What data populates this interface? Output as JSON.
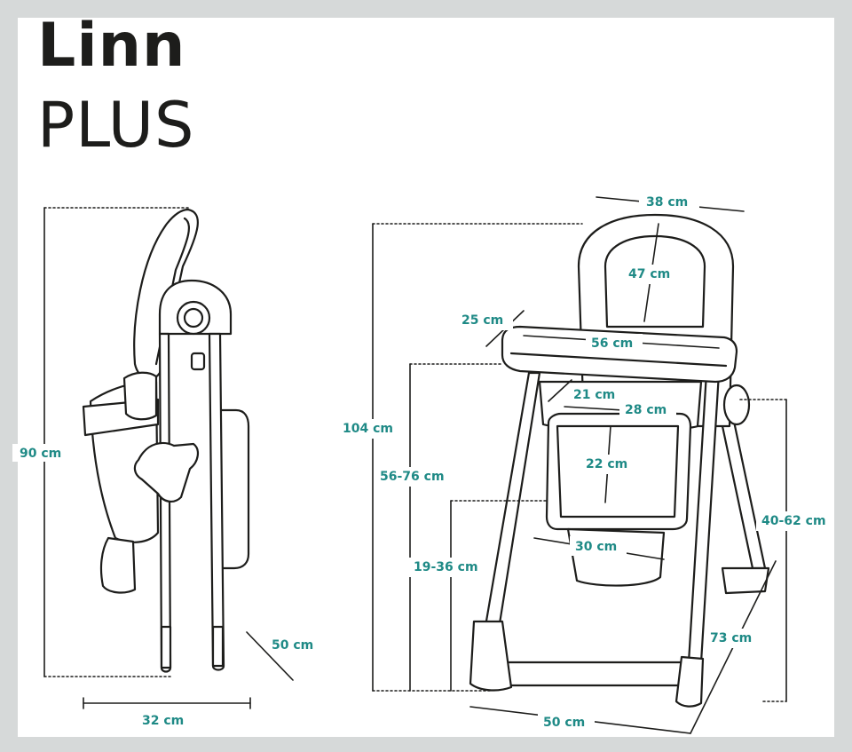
{
  "brand": {
    "name": "Linn",
    "model": "PLUS"
  },
  "colors": {
    "dimension_text": "#1f8a86",
    "drawing_line": "#1d1d1b",
    "dim_line": "#1d1d1b",
    "background": "#ffffff",
    "frame": "#d6d9d9"
  },
  "dimensions": {
    "side_height": "90 cm",
    "side_depth": "32 cm",
    "side_folded_depth": "50 cm",
    "backrest_width": "38 cm",
    "backrest_height": "47 cm",
    "tray_depth": "25 cm",
    "tray_width": "56 cm",
    "total_height": "104 cm",
    "seat_depth": "21 cm",
    "seat_width": "28 cm",
    "seat_back_height": "22 cm",
    "tray_height_range": "56-76 cm",
    "footrest_width": "30 cm",
    "seat_height_range": "19-36 cm",
    "side_height_range": "40-62 cm",
    "base_depth": "73 cm",
    "base_width": "50 cm"
  }
}
